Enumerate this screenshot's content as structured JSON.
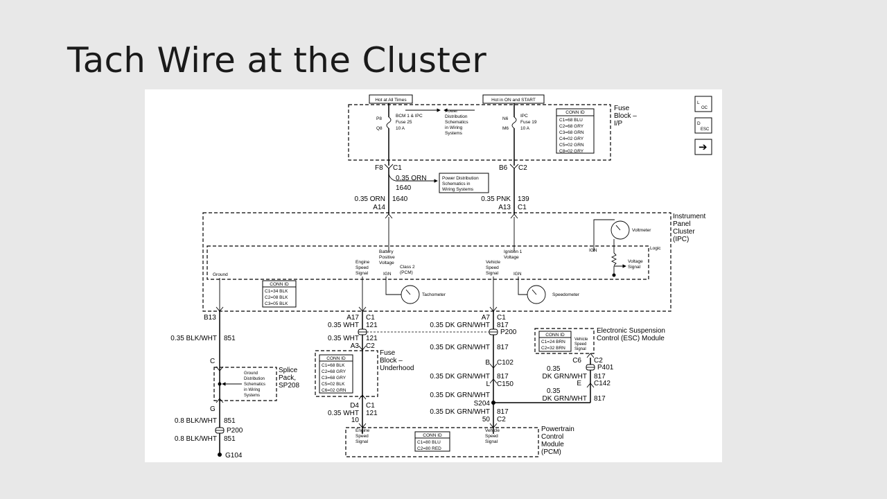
{
  "slide": {
    "title": "Tach Wire at the Cluster"
  },
  "icons": {
    "loc": [
      "L",
      "OC"
    ],
    "desc": [
      "D",
      "ESC"
    ],
    "arrow": "➔"
  },
  "fuse_ip": {
    "hot_all_times": "Hot at All Times",
    "hot_on_start": "Hot in ON and START",
    "label": [
      "Fuse",
      "Block –",
      "I/P"
    ],
    "p8": "P8",
    "q8": "Q8",
    "fuse25": [
      "BCM 1 & IPC",
      "Fuse 25",
      "10 A"
    ],
    "n6": "N6",
    "m6": "M6",
    "fuse19": [
      "IPC",
      "Fuse 19",
      "10 A"
    ],
    "power_dist": [
      "Power",
      "Distribution",
      "Schematics",
      "in Wiring",
      "Systems"
    ],
    "conn_title": "CONN ID",
    "conn": [
      "C1=68 BLU",
      "C2=68 GRY",
      "C3=68 GRN",
      "C4=02 GRY",
      "C5=02 GRN",
      "C8=02 GRY"
    ]
  },
  "top_wires": {
    "f8": "F8",
    "c1": "C1",
    "b6": "B6",
    "c2": "C2",
    "orn": "0.35 ORN",
    "orn_num": "1640",
    "pd_box": [
      "Power Distribution",
      "Schematics in",
      "Wiring Systems"
    ],
    "orn2": "0.35 ORN",
    "orn2_num": "1640",
    "a14": "A14",
    "pnk": "0.35 PNK",
    "pnk_num": "139",
    "a13": "A13",
    "a13_c1": "C1"
  },
  "ipc": {
    "label": [
      "Instrument",
      "Panel",
      "Cluster",
      "(IPC)"
    ],
    "logic": "Logic",
    "voltmeter": "Voltmeter",
    "ign": "IGN",
    "voltage_signal": [
      "Voltage",
      "Signal"
    ],
    "battery": [
      "Battery",
      "Positive",
      "Voltage"
    ],
    "ignition1": [
      "Ignition 1",
      "Voltage"
    ],
    "engine_speed": [
      "Engine",
      "Speed",
      "Signal"
    ],
    "class2": [
      "Class 2",
      "(PCM)"
    ],
    "vehicle_speed": [
      "Vehicle",
      "Speed",
      "Signal"
    ],
    "ground": "Ground",
    "tachometer": "Tachometer",
    "speedometer": "Speedometer",
    "conn_title": "CONN ID",
    "conn": [
      "C1=34 BLK",
      "C2=08 BLK",
      "C3=05 BLK"
    ]
  },
  "lower_left": {
    "b13": "B13",
    "blk1": "0.35 BLK/WHT",
    "blk1_num": "851",
    "c": "C",
    "g": "G",
    "splice": [
      "Splice",
      "Pack,",
      "SP208"
    ],
    "ground_dist": [
      "Ground",
      "Distribution",
      "Schematics",
      "in Wiring",
      "Systems"
    ],
    "blk2": "0.8 BLK/WHT",
    "blk2_num": "851",
    "p200": "P200",
    "blk3": "0.8 BLK/WHT",
    "blk3_num": "851",
    "g104": "G104"
  },
  "tach_wire": {
    "a17": "A17",
    "c1": "C1",
    "wht1": "0.35 WHT",
    "num1": "121",
    "wht2": "0.35 WHT",
    "num2": "121",
    "a3": "A3",
    "c2": "C2",
    "fuse_uh": [
      "Fuse",
      "Block –",
      "Underhood"
    ],
    "conn_title": "CONN ID",
    "conn": [
      "C1=68 BLK",
      "C2=68 GRY",
      "C3=68 GRY",
      "C5=02 BLK",
      "C6=02 GRN"
    ],
    "d4": "D4",
    "d4_c1": "C1",
    "wht3": "0.35 WHT",
    "num3": "121",
    "ten": "10"
  },
  "vss_wire": {
    "a7": "A7",
    "c1": "C1",
    "grn1": "0.35 DK GRN/WHT",
    "num1": "817",
    "p200": "P200",
    "grn2": "0.35 DK GRN/WHT",
    "num2": "817",
    "b": "B",
    "c102": "C102",
    "grn3": "0.35 DK GRN/WHT",
    "num3": "817",
    "l": "L",
    "c150": "C150",
    "grn4": "0.35 DK GRN/WHT",
    "s204": "S204",
    "grn5": "0.35 DK GRN/WHT",
    "num5": "817",
    "fifty": "50",
    "c2": "C2"
  },
  "esc": {
    "label": [
      "Electronic Suspension",
      "Control (ESC) Module"
    ],
    "conn_title": "CONN ID",
    "conn": [
      "C1=24 BRN",
      "C2=32 BRN"
    ],
    "vss": [
      "Vehicle",
      "Speed",
      "Signal"
    ],
    "c6": "C6",
    "c2": "C2",
    "p401": "P401",
    "grn1": [
      "0.35",
      "DK GRN/WHT"
    ],
    "num1": "817",
    "e": "E",
    "c142": "C142",
    "grn2": [
      "0.35",
      "DK GRN/WHT"
    ],
    "num2": "817"
  },
  "pcm": {
    "label": [
      "Powertrain",
      "Control",
      "Module",
      "(PCM)"
    ],
    "engine_speed": [
      "Engine",
      "Speed",
      "Signal"
    ],
    "vehicle_speed": [
      "Vehicle",
      "Speed",
      "Signal"
    ],
    "conn_title": "CONN ID",
    "conn": [
      "C1=80 BLU",
      "C2=80 RED"
    ]
  }
}
